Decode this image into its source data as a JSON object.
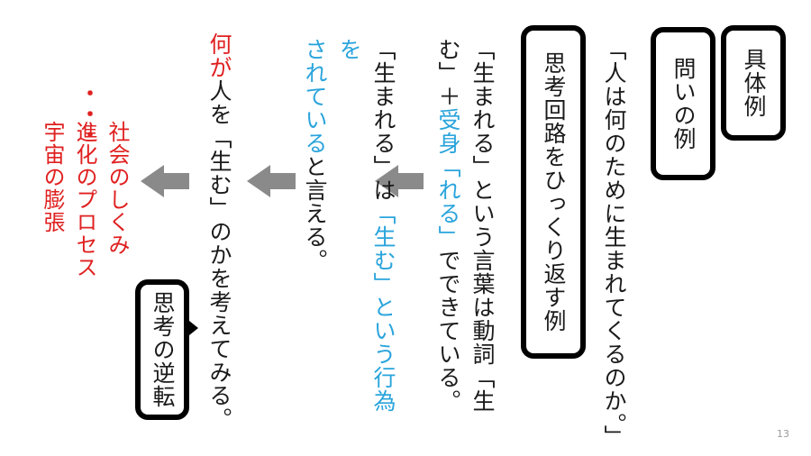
{
  "boxes": {
    "concrete": "具体例",
    "question": "問いの例",
    "reversal_example": "思考回路をひっくり返す例",
    "reversal": "思考の逆転"
  },
  "columns": {
    "question_text": "「人は何のために生まれてくるのか。」",
    "word_a": "「生まれる」という言葉は動詞「生む」＋",
    "word_b": "受身「れる」",
    "word_c": "でできている。",
    "act_a": "「生まれる」は",
    "act_b": "「生む」という行為を\nされている",
    "act_c": "と言える。",
    "think_a": "何が",
    "think_b": "人を「生む」のかを考えてみる。"
  },
  "list": {
    "dots": "・・・",
    "items": "社会のしくみ\n進化のプロセス\n宇宙の膨張"
  },
  "footer": {
    "page": "13"
  },
  "colors": {
    "blue": "#2aa4dc",
    "red": "#e02020",
    "arrow": "#8a8a8a"
  }
}
